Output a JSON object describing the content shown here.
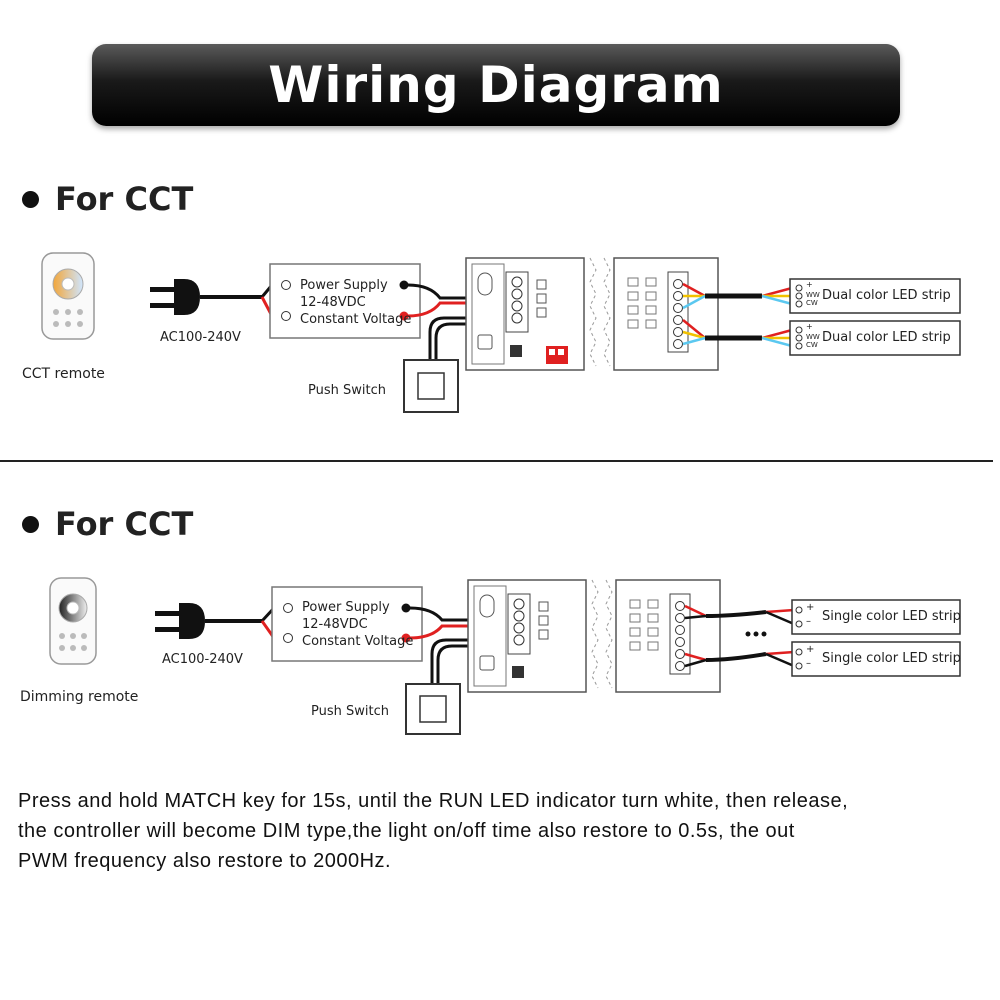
{
  "title": "Wiring Diagram",
  "sections": [
    {
      "heading": "For CCT",
      "remote_label": "CCT remote",
      "plug_label": "AC100-240V",
      "power_supply": {
        "line1": "Power Supply",
        "line2": "12-48VDC",
        "line3": "Constant Voltage"
      },
      "switch_label": "Push Switch",
      "strips": [
        {
          "label": "Dual color LED strip",
          "pins": [
            "+",
            "WW",
            "CW"
          ]
        },
        {
          "label": "Dual color LED strip",
          "pins": [
            "+",
            "WW",
            "CW"
          ]
        }
      ]
    },
    {
      "heading": "For CCT",
      "remote_label": "Dimming remote",
      "plug_label": "AC100-240V",
      "power_supply": {
        "line1": "Power Supply",
        "line2": "12-48VDC",
        "line3": "Constant Voltage"
      },
      "switch_label": "Push Switch",
      "strips": [
        {
          "label": "Single color LED strip",
          "pins": [
            "+",
            "–"
          ]
        },
        {
          "label": "Single color LED strip",
          "pins": [
            "+",
            "–"
          ]
        }
      ]
    }
  ],
  "instructions": [
    "Press and hold MATCH key for 15s, until the RUN LED indicator turn white, then release,",
    "the controller will become DIM type,the light on/off time also restore to 0.5s, the out",
    "PWM frequency also restore to 2000Hz."
  ],
  "colors": {
    "red": "#e02020",
    "yellow": "#f2c200",
    "cyan": "#5bc8f0",
    "black": "#111111"
  }
}
